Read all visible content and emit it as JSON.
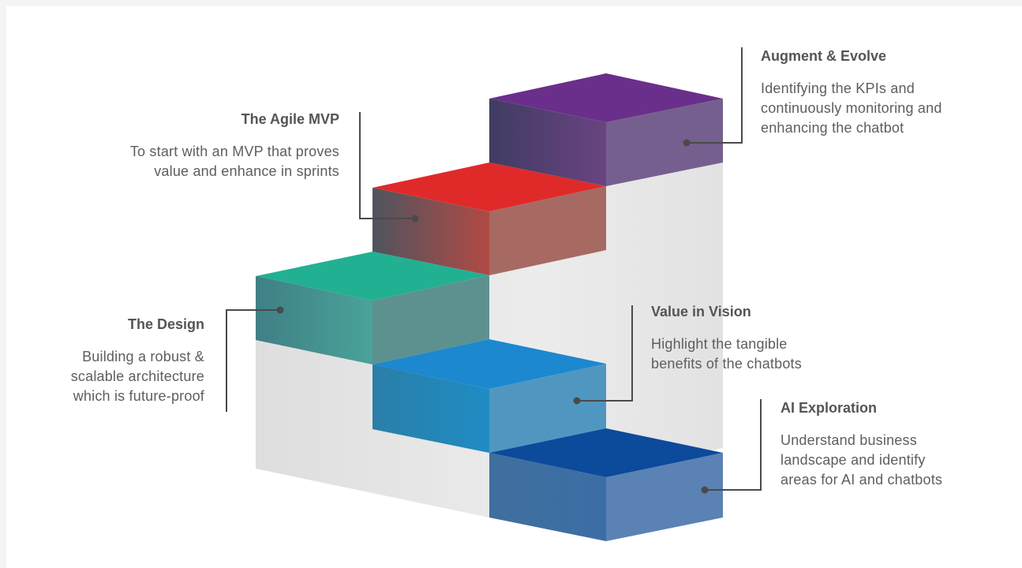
{
  "steps": [
    {
      "id": "ai-exploration",
      "title": "AI Exploration",
      "description": [
        "Understand business",
        "landscape and identify",
        "areas for AI and chatbots"
      ],
      "top_color": "#0c4a9c",
      "front_color": "#4676a8",
      "side_color": "#5b82b4"
    },
    {
      "id": "value-in-vision",
      "title": "Value in Vision",
      "description": [
        "Highlight the tangible",
        "benefits of the chatbots"
      ],
      "top_color": "#1b88cf",
      "front_color": "#2c86af",
      "side_color": "#4f97c0"
    },
    {
      "id": "the-design",
      "title": "The Design",
      "description": [
        "Building a robust &",
        "scalable architecture",
        "which is future-proof"
      ],
      "top_color": "#22b092",
      "front_color": "#4a968b",
      "side_color": "#5d918f"
    },
    {
      "id": "agile-mvp",
      "title": "The Agile MVP",
      "description": [
        "To start with an MVP that proves",
        "value and enhance in sprints"
      ],
      "top_color": "#e02a2a",
      "front_color": "#8f5551",
      "side_color": "#a66a63"
    },
    {
      "id": "augment-evolve",
      "title": "Augment & Evolve",
      "description": [
        "Identifying the KPIs and",
        "continuously monitoring and",
        "enhancing the chatbot"
      ],
      "top_color": "#6a2f8a",
      "front_color": "#54467a",
      "side_color": "#755f8e"
    }
  ],
  "colors": {
    "connector": "#4a4a4a",
    "wall": "#e9e9e9",
    "text": "#5b5b5b"
  }
}
